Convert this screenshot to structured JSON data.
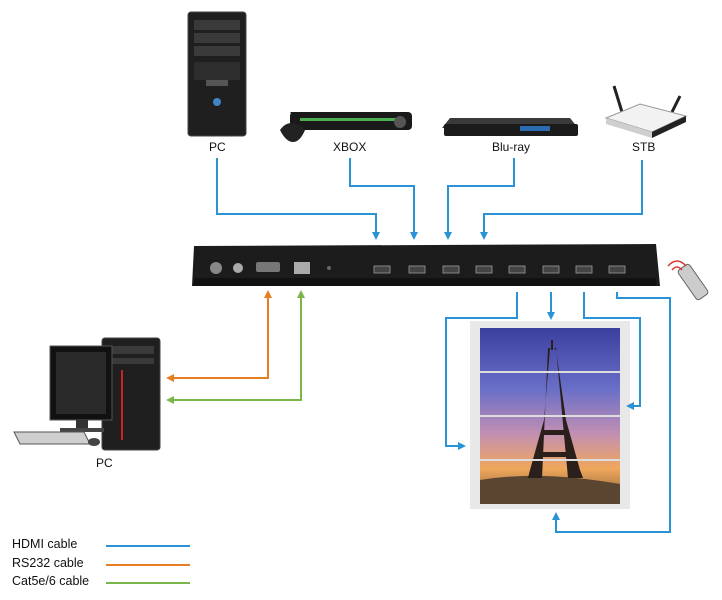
{
  "devices": {
    "pc_top": "PC",
    "xbox": "XBOX",
    "bluray": "Blu-ray",
    "stb": "STB",
    "pc_bottom": "PC"
  },
  "legend": [
    {
      "label": "HDMI cable",
      "color": "#2a93d5"
    },
    {
      "label": "RS232 cable",
      "color": "#e67e22"
    },
    {
      "label": "Cat5e/6 cable",
      "color": "#7ab648"
    }
  ],
  "colors": {
    "hdmi": "#2a93d5",
    "rs232": "#e67e22",
    "cat5": "#7ab648",
    "chassis": "#1c1c1c"
  },
  "icons": [
    "tower-pc-icon",
    "xbox-console-icon",
    "bluray-player-icon",
    "router-icon",
    "remote-control-icon",
    "desktop-pc-icon",
    "video-wall-icon"
  ]
}
